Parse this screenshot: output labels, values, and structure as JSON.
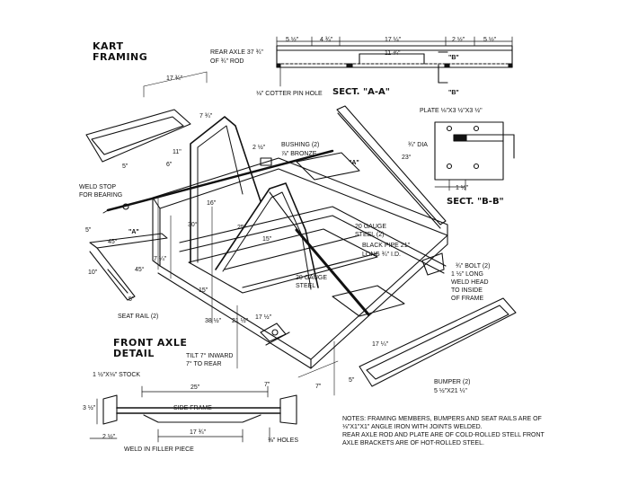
{
  "titles": {
    "kart_line1": "KART",
    "kart_line2": "FRAMING",
    "front_axle_line1": "FRONT AXLE",
    "front_axle_line2": "DETAIL"
  },
  "sections": {
    "aa": "SECT. \"A-A\"",
    "bb": "SECT. \"B-B\""
  },
  "labels": {
    "rear_axle_1": "REAR AXLE 37 ¾\"",
    "rear_axle_2": "OF ¾\" ROD",
    "cotter": "⅛\" COTTER PIN HOLE",
    "plate": "PLATE ⅛\"X3 ½\"X3 ½\"",
    "dia": "¾\" DIA",
    "deg23": "23°",
    "b1": "\"B\"",
    "b2": "\"B\"",
    "a_right": "\"A\"",
    "a_left": "\"A\"",
    "bushing_1": "BUSHING (2)",
    "bushing_2": "⅞\" BRONZE",
    "weld_stop_1": "WELD STOP",
    "weld_stop_2": "FOR BEARING",
    "gauge20_1a": "20 GAUGE",
    "gauge20_1b": "STEEL (2)",
    "black_pipe_1": "BLACK PIPE 21\"",
    "black_pipe_2": "LONG ¾\" I.D.",
    "gauge20_2a": "20 GAUGE",
    "gauge20_2b": "STEEL",
    "bolt_1": "¾\" BOLT (2)",
    "bolt_2": "1 ½\" LONG",
    "bolt_3": "WELD HEAD",
    "bolt_4": "TO INSIDE",
    "bolt_5": "OF FRAME",
    "seat_rail": "SEAT RAIL (2)",
    "tilt_1": "TILT 7° INWARD",
    "tilt_2": "7° TO REAR",
    "bumper_1": "BUMPER (2)",
    "bumper_2": "5 ½\"X21 ¼\"",
    "stock": "1 ½\"X⅛\" STOCK",
    "side_frame": "SIDE FRAME",
    "weld_filler": "WELD IN FILLER PIECE",
    "holes": "⅜\" HOLES",
    "d_17_3_4": "17 ¾\"",
    "d_7_3_4": "7 ¾\"",
    "d_11_1": "11\"",
    "d_6": "6\"",
    "d_5_a": "5\"",
    "d_2_1_2": "2 ½\"",
    "d_16": "16\"",
    "d_25_a": "25\"",
    "d_15": "15\"",
    "d_30": "30°",
    "d_45_a": "45°",
    "d_45_b": "45°",
    "d_7_1_4": "7 ¼\"",
    "d_5_b": "5\"",
    "d_15_1_4": "15\"",
    "d_10": "10\"",
    "d_5_c": "5\"",
    "d_38_1_2": "38 ½\"",
    "d_21_1_2": "21 ½\"",
    "d_17_1_2": "17 ½\"",
    "d_17_1_4": "17 ¼\"",
    "d_7_a": "7\"",
    "d_7_b": "7\"",
    "d_5_d": "5\"",
    "d_25_b": "25\"",
    "d_3_1_2": "3 ½\"",
    "d_2_1_2_b": "2 ½\"",
    "d_1_1_2": "1 ½\"",
    "aa_5_1_2_l": "5 ½\"",
    "aa_4_3_4": "4 ¾\"",
    "aa_17_1_4": "17 ¼\"",
    "aa_2_1_2": "2 ½\"",
    "aa_5_1_2_r": "5 ½\"",
    "aa_11_3_4": "11 ¾\""
  },
  "notes": {
    "line1": "NOTES: FRAMING MEMBERS, BUMPERS AND SEAT RAILS ARE OF",
    "line2": "⅛\"X1\"X1\" ANGLE IRON WITH JOINTS WELDED.",
    "line3": "REAR AXLE ROD AND PLATE ARE OF COLD-ROLLED STELL FRONT",
    "line4": "AXLE BRACKETS ARE OF HOT-ROLLED STEEL."
  }
}
